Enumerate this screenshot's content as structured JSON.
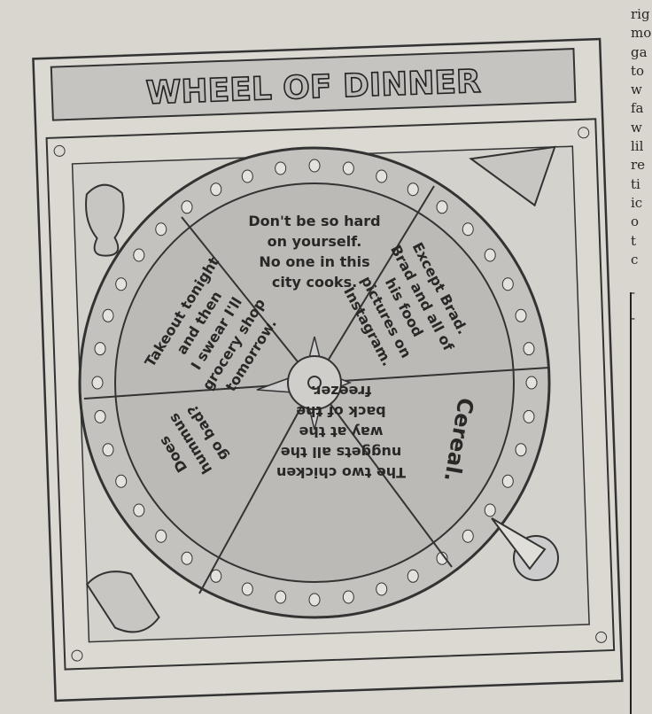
{
  "cartoon": {
    "title": "WHEEL OF DINNER",
    "segments": [
      {
        "lines": [
          "Don't be so hard",
          "on yourself.",
          "No one in this",
          "city cooks."
        ]
      },
      {
        "lines": [
          "Except Brad.",
          "Brad and all of",
          "his food",
          "pictures on",
          "Instagram."
        ]
      },
      {
        "lines": [
          "Cereal."
        ]
      },
      {
        "lines": [
          "The two chicken",
          "nuggets all the",
          "way at the",
          "back of the",
          "freezer."
        ]
      },
      {
        "lines": [
          "Does",
          "hummus",
          "go bad?"
        ]
      },
      {
        "lines": [
          "Takeout tonight",
          "and then",
          "I swear I'll",
          "grocery shop",
          "tomorrow."
        ]
      }
    ]
  },
  "adjacent_column": {
    "fragments": [
      "rig",
      "mo",
      "ga",
      "to",
      "w",
      "fa",
      "w",
      "lil",
      "re",
      "ti",
      "ic",
      "o",
      "t",
      "c",
      "-",
      "-"
    ]
  },
  "colors": {
    "paper": "#dedbd5",
    "wheel_gray": "#b8b6b2",
    "ink": "#2a2827"
  }
}
